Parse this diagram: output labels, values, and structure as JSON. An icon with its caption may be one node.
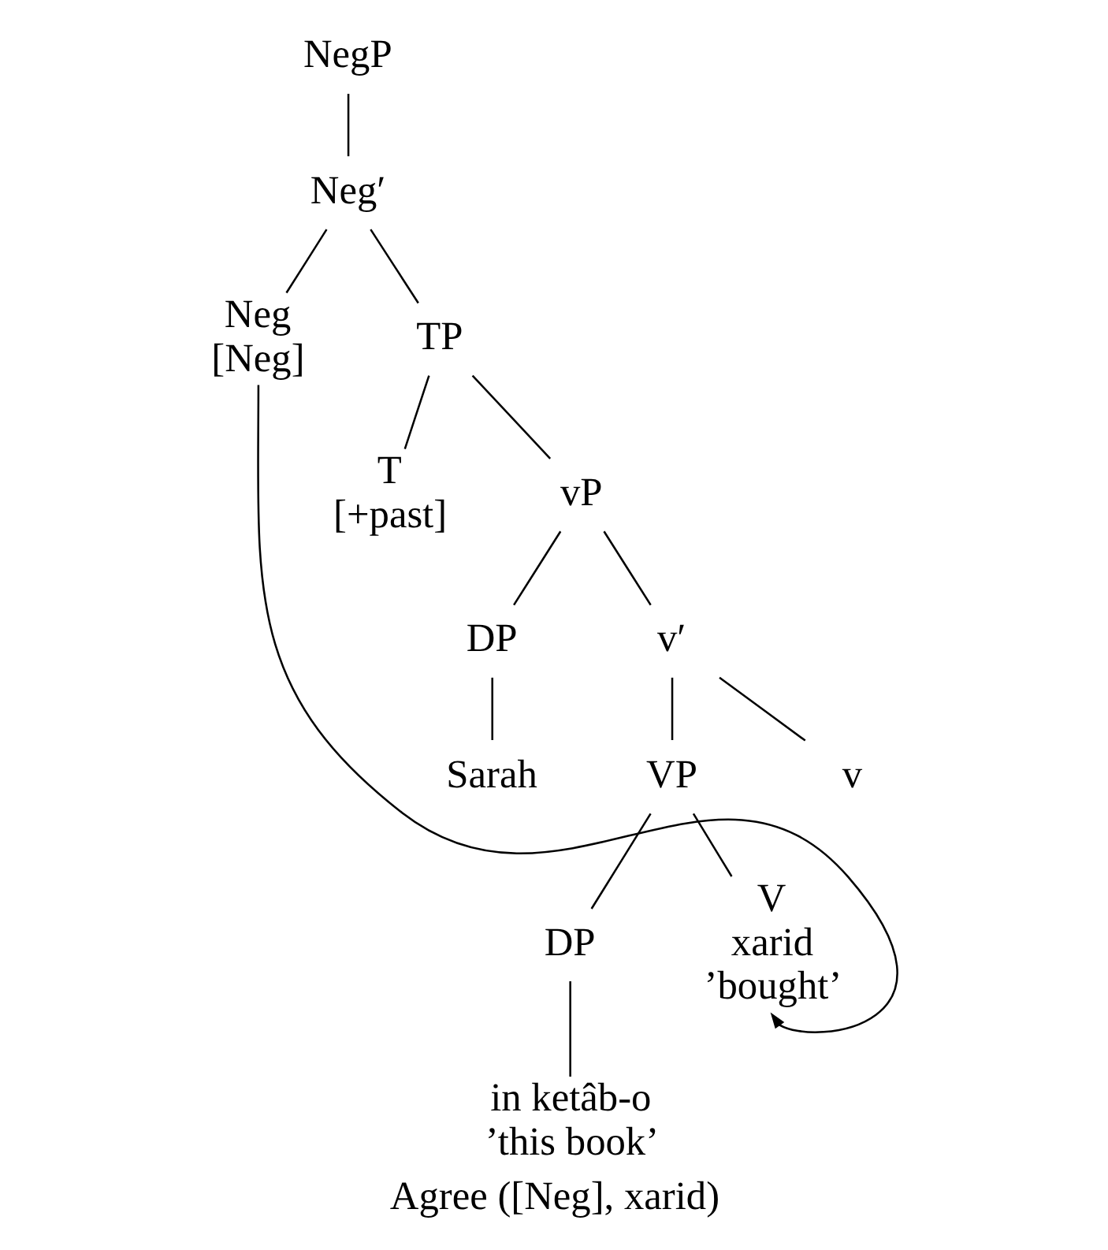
{
  "diagram": {
    "caption": "Agree ([Neg], xarid)",
    "nodes": [
      {
        "text": [
          "NegP"
        ]
      },
      {
        "text": [
          "Neg′"
        ]
      },
      {
        "text": [
          "Neg",
          "[Neg]"
        ]
      },
      {
        "text": [
          "TP"
        ]
      },
      {
        "text": [
          "T",
          "[+past]"
        ]
      },
      {
        "text": [
          "vP"
        ]
      },
      {
        "text": [
          "DP"
        ]
      },
      {
        "text": [
          "v′"
        ]
      },
      {
        "text": [
          "Sarah"
        ]
      },
      {
        "text": [
          "VP"
        ]
      },
      {
        "text": [
          "v"
        ]
      },
      {
        "text": [
          "DP"
        ]
      },
      {
        "text": [
          "V",
          "xarid",
          "’bought’"
        ]
      },
      {
        "text": [
          "in ketâb-o",
          "’this book’"
        ]
      }
    ],
    "edges": [
      {
        "from": 0,
        "to": 1,
        "arrow": "none"
      },
      {
        "from": 1,
        "to": 2,
        "arrow": "none"
      },
      {
        "from": 1,
        "to": 3,
        "arrow": "none"
      },
      {
        "from": 3,
        "to": 4,
        "arrow": "none"
      },
      {
        "from": 3,
        "to": 5,
        "arrow": "none"
      },
      {
        "from": 5,
        "to": 6,
        "arrow": "none"
      },
      {
        "from": 5,
        "to": 7,
        "arrow": "none"
      },
      {
        "from": 6,
        "to": 8,
        "arrow": "none"
      },
      {
        "from": 7,
        "to": 9,
        "arrow": "none"
      },
      {
        "from": 7,
        "to": 10,
        "arrow": "none"
      },
      {
        "from": 9,
        "to": 11,
        "arrow": "none"
      },
      {
        "from": 9,
        "to": 12,
        "arrow": "none"
      },
      {
        "from": 11,
        "to": 13,
        "arrow": "none"
      },
      {
        "from": 2,
        "to": 12,
        "arrow": "to"
      }
    ]
  }
}
